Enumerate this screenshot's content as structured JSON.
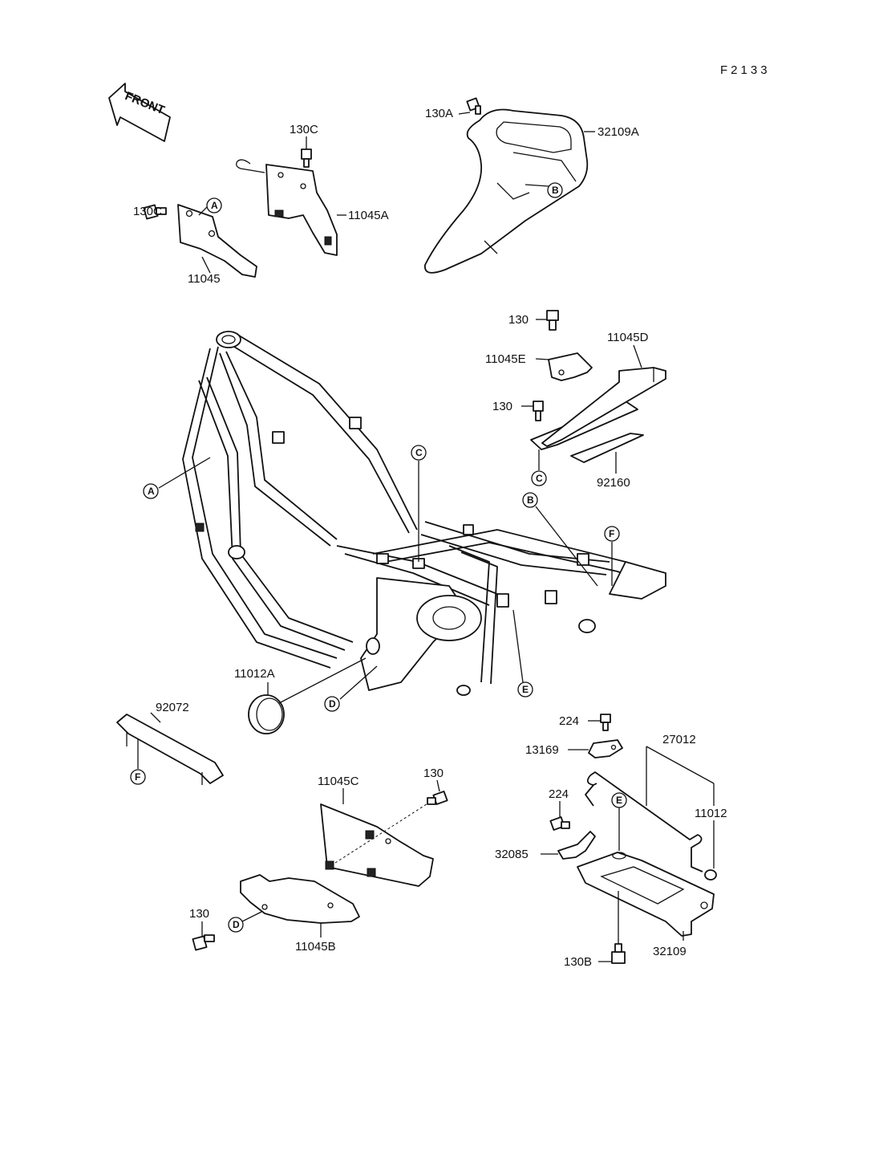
{
  "figure_id": "F2133",
  "front_arrow_text": "FRONT",
  "callouts": {
    "A": "A",
    "B": "B",
    "C": "C",
    "D": "D",
    "E": "E",
    "F": "F"
  },
  "part_labels": {
    "p130A": "130A",
    "p32109A": "32109A",
    "p130C_top": "130C",
    "p130C_left": "130C",
    "p11045A": "11045A",
    "p11045": "11045",
    "p130_top": "130",
    "p11045D": "11045D",
    "p11045E": "11045E",
    "p130_mid": "130",
    "p92160": "92160",
    "p11012A": "11012A",
    "p92072": "92072",
    "p224_top": "224",
    "p27012": "27012",
    "p13169": "13169",
    "p11045C": "11045C",
    "p130_right": "130",
    "p224_mid": "224",
    "p11012": "11012",
    "p32085": "32085",
    "p130_bottom": "130",
    "p11045B": "11045B",
    "p130B": "130B",
    "p32109": "32109"
  }
}
